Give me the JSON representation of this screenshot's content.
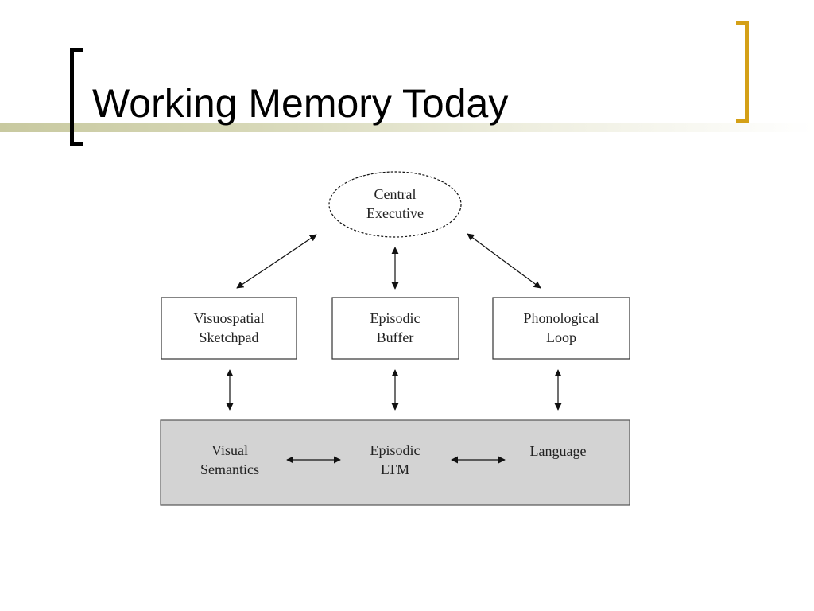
{
  "slide": {
    "title": "Working Memory Today"
  },
  "colors": {
    "accent_bracket_left": "#000000",
    "accent_bracket_right": "#d4a017",
    "ltm_box_fill": "#d3d3d3"
  },
  "diagram": {
    "central_executive": {
      "line1": "Central",
      "line2": "Executive"
    },
    "visuospatial_sketchpad": {
      "line1": "Visuospatial",
      "line2": "Sketchpad"
    },
    "episodic_buffer": {
      "line1": "Episodic",
      "line2": "Buffer"
    },
    "phonological_loop": {
      "line1": "Phonological",
      "line2": "Loop"
    },
    "visual_semantics": {
      "line1": "Visual",
      "line2": "Semantics"
    },
    "episodic_ltm": {
      "line1": "Episodic",
      "line2": "LTM"
    },
    "language": {
      "line1": "Language"
    }
  }
}
